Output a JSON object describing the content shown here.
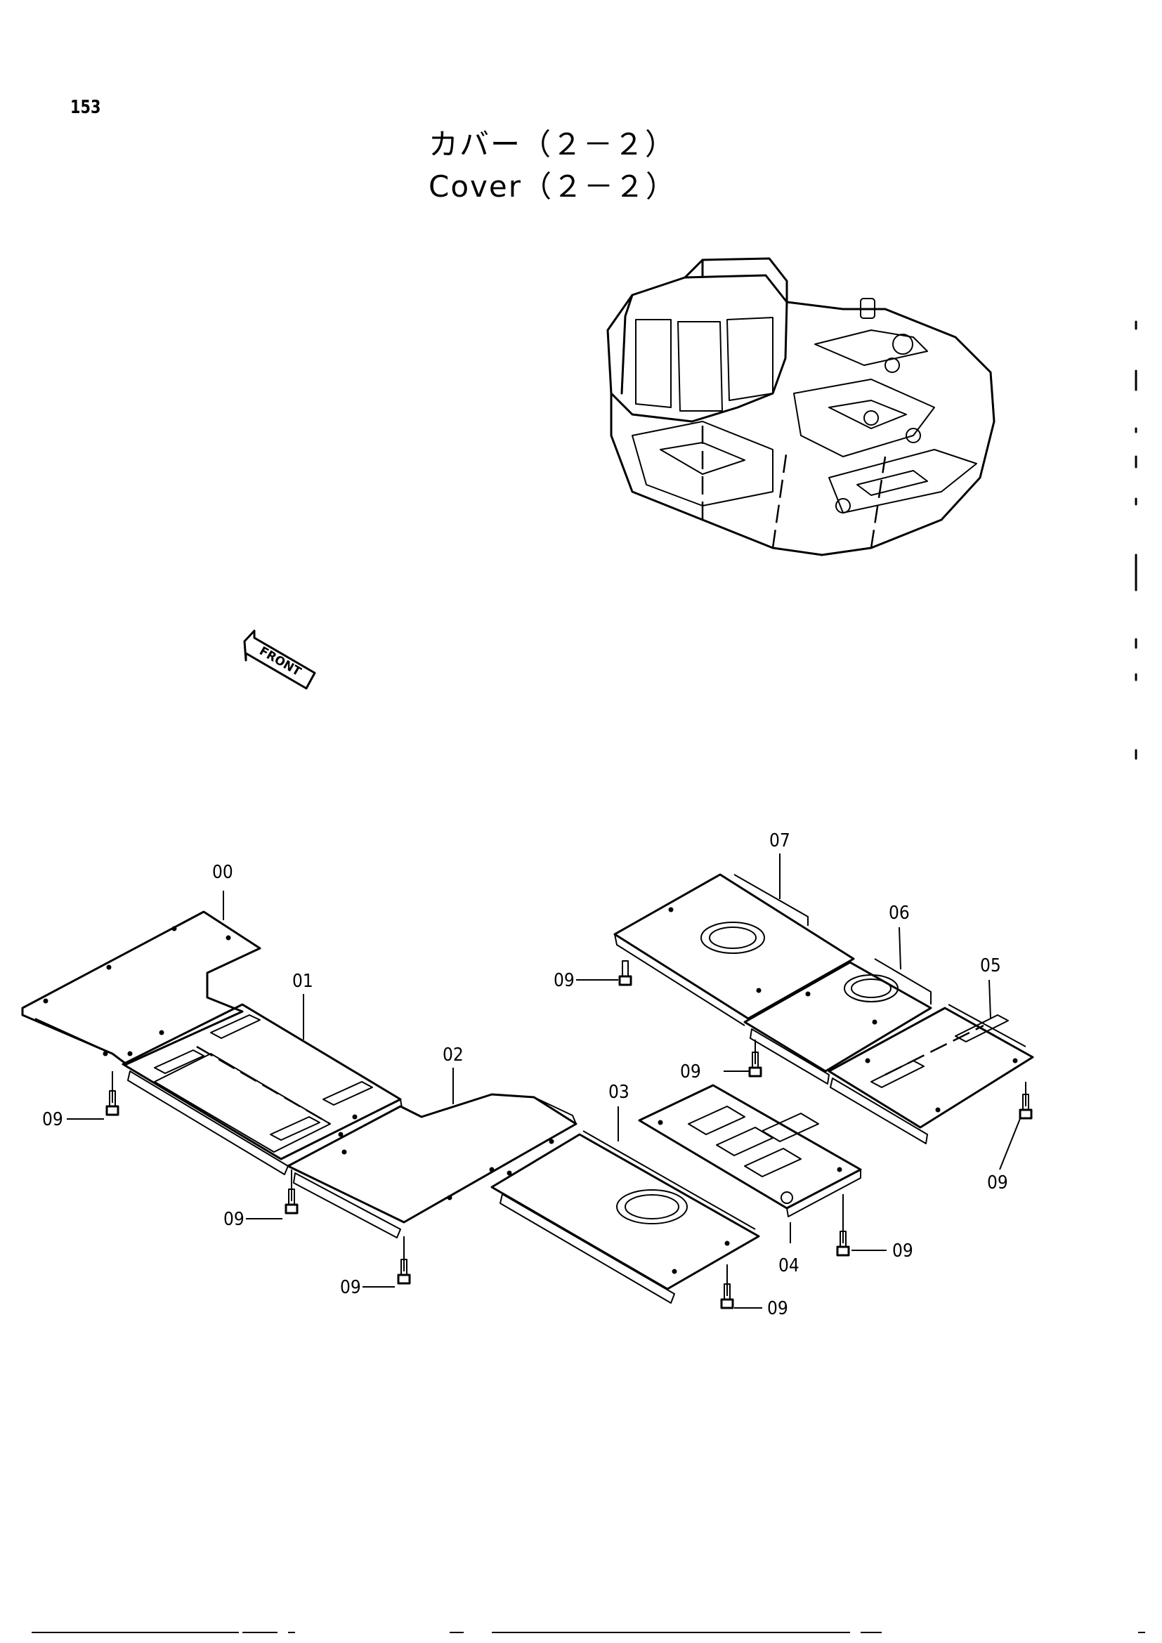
{
  "page": {
    "number": "153",
    "title_jp": "カバー（２－２）",
    "title_en": "Cover（２－２）"
  },
  "front_arrow": {
    "label": "FRONT"
  },
  "callouts": {
    "c00": "00",
    "c01": "01",
    "c02": "02",
    "c03": "03",
    "c04": "04",
    "c05": "05",
    "c06": "06",
    "c07": "07",
    "c09a": "09",
    "c09b": "09",
    "c09c": "09",
    "c09d": "09",
    "c09e": "09",
    "c09f": "09",
    "c09g": "09",
    "c09h": "09"
  }
}
